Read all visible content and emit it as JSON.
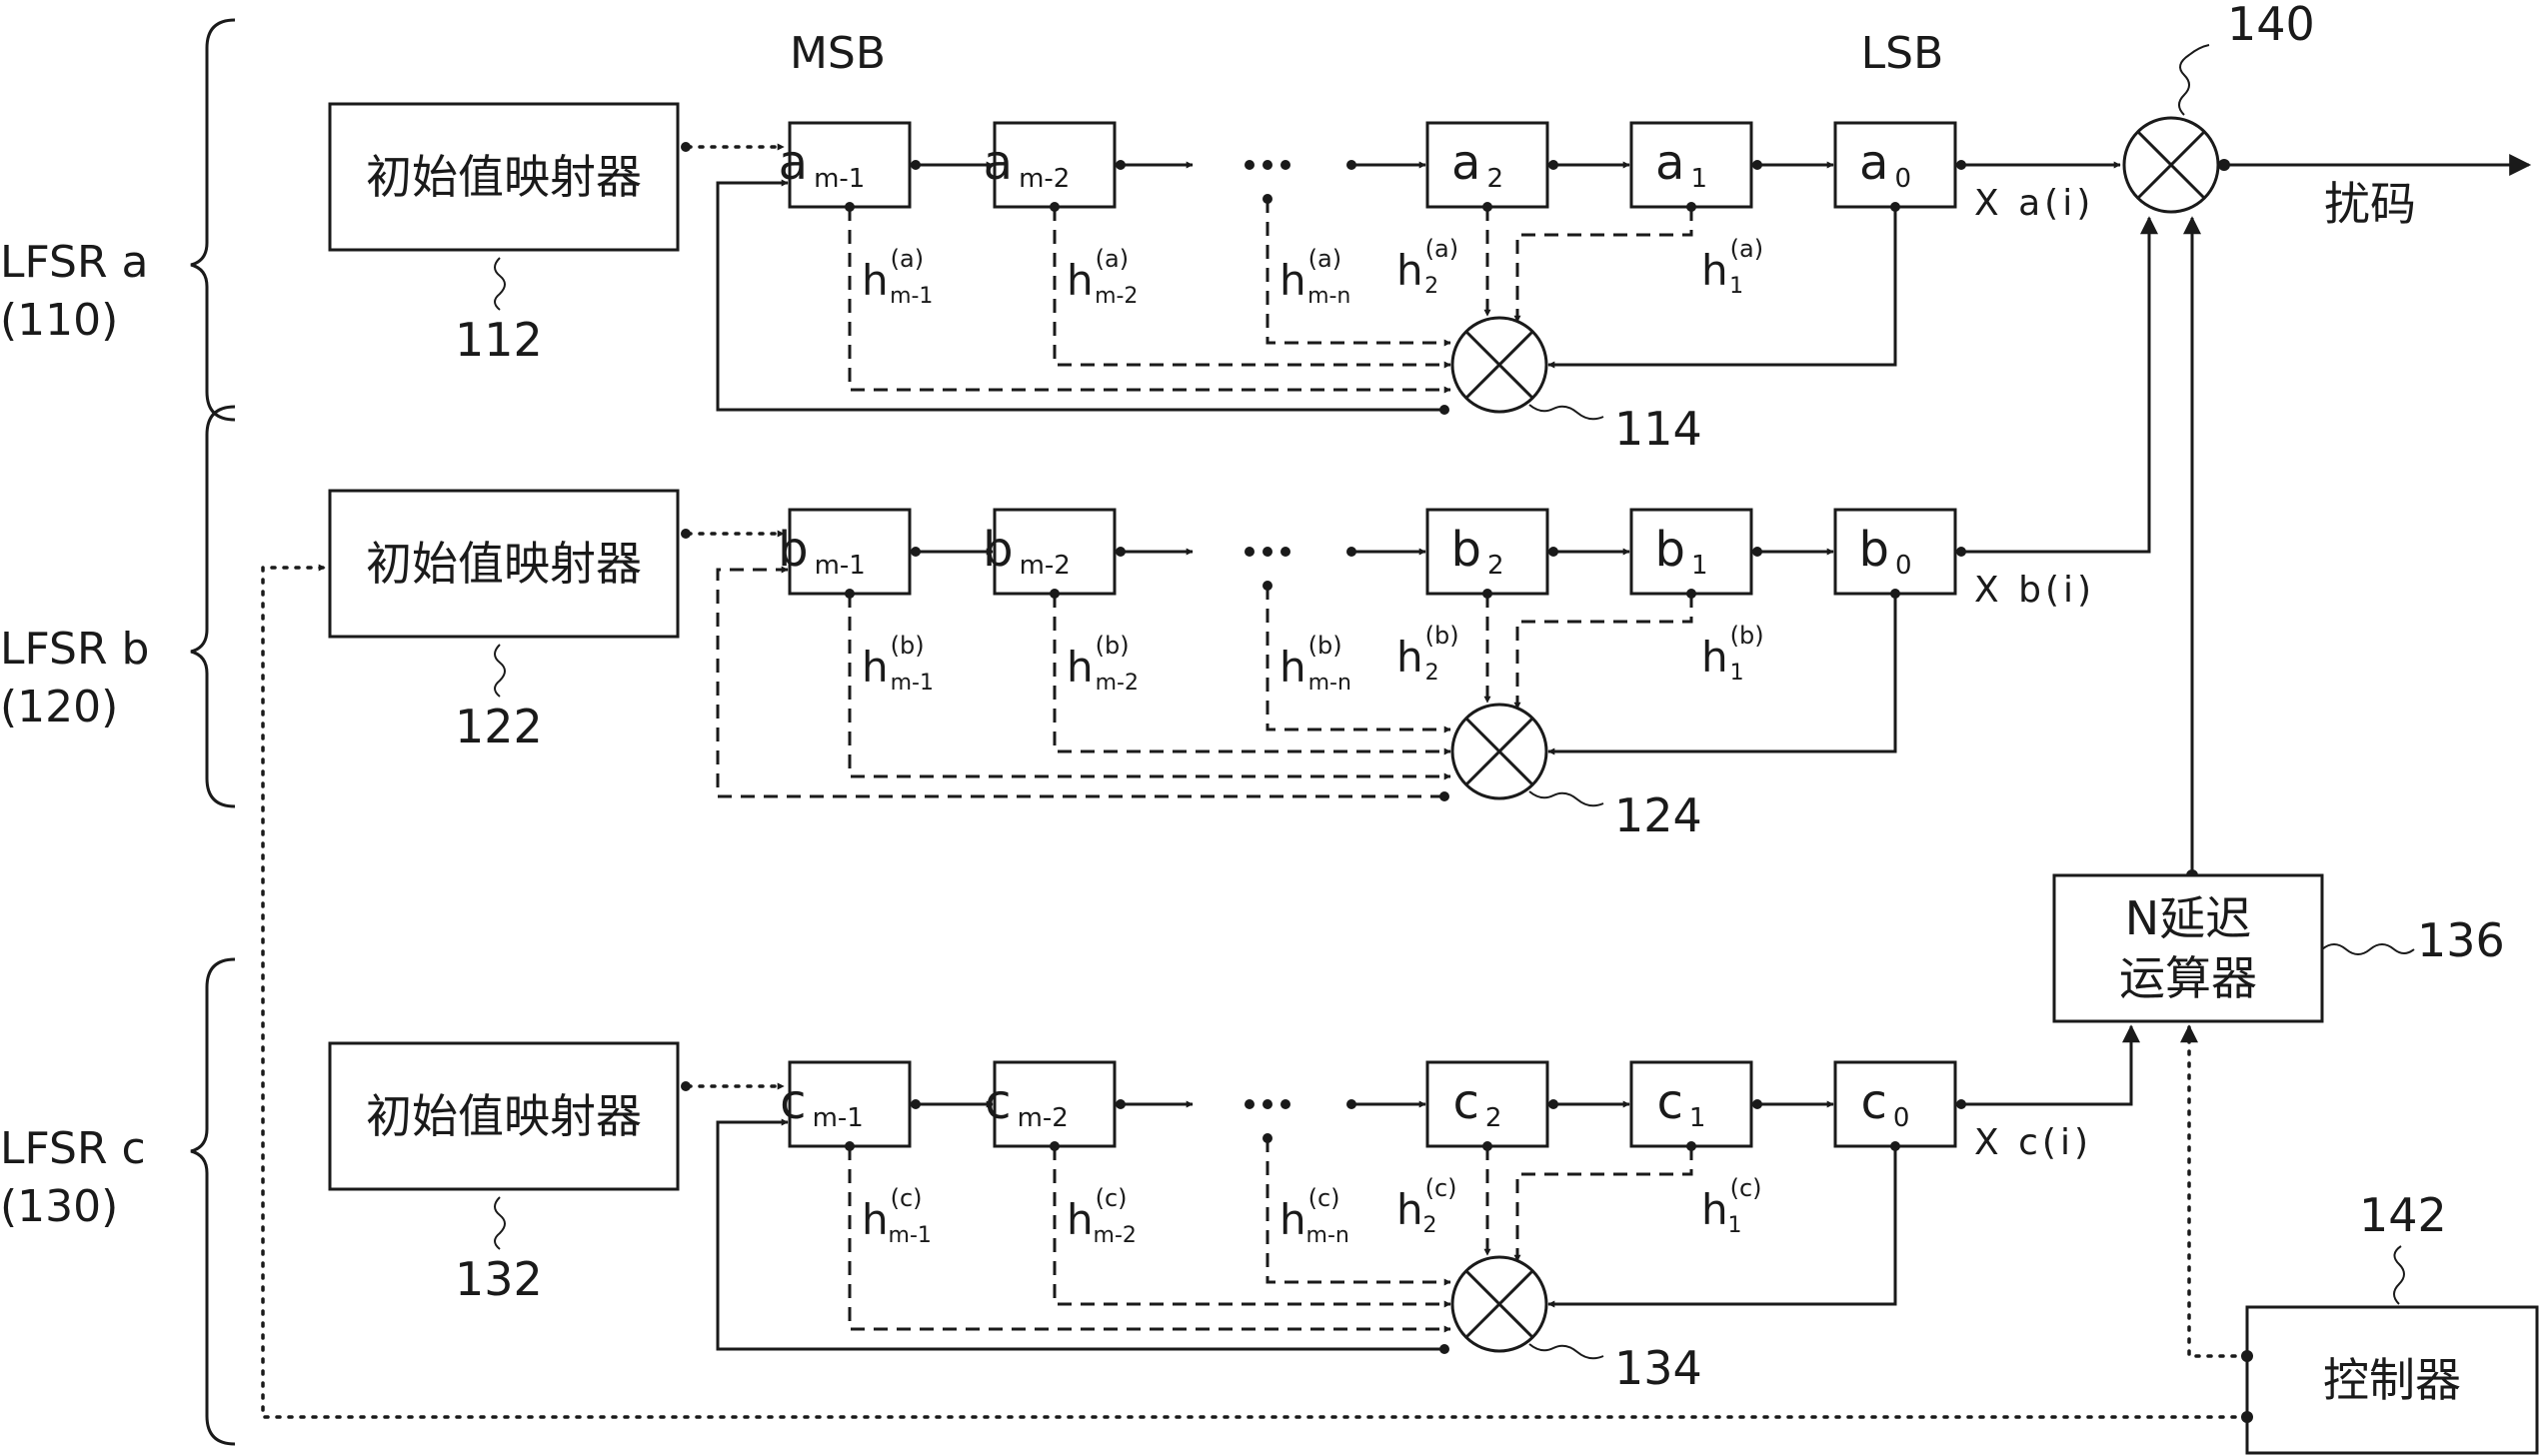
{
  "header": {
    "msb": "MSB",
    "lsb": "LSB"
  },
  "lfsr": [
    {
      "label": "LFSR a",
      "ref": "(110)",
      "mapper": "初始值映射器",
      "mapper_ref": "112",
      "xor_ref": "114",
      "cells": [
        {
          "base": "a",
          "sub": "m-1"
        },
        {
          "base": "a",
          "sub": "m-2"
        },
        {
          "base": "a",
          "sub": "2"
        },
        {
          "base": "a",
          "sub": "1"
        },
        {
          "base": "a",
          "sub": "0"
        }
      ],
      "taps": [
        {
          "sup": "(a)",
          "sub": "m-1"
        },
        {
          "sup": "(a)",
          "sub": "m-2"
        },
        {
          "sup": "(a)",
          "sub": "m-n"
        },
        {
          "sup": "(a)",
          "sub": "2"
        },
        {
          "sup": "(a)",
          "sub": "1"
        }
      ],
      "output": "X a(i)"
    },
    {
      "label": "LFSR b",
      "ref": "(120)",
      "mapper": "初始值映射器",
      "mapper_ref": "122",
      "xor_ref": "124",
      "cells": [
        {
          "base": "b",
          "sub": "m-1"
        },
        {
          "base": "b",
          "sub": "m-2"
        },
        {
          "base": "b",
          "sub": "2"
        },
        {
          "base": "b",
          "sub": "1"
        },
        {
          "base": "b",
          "sub": "0"
        }
      ],
      "taps": [
        {
          "sup": "(b)",
          "sub": "m-1"
        },
        {
          "sup": "(b)",
          "sub": "m-2"
        },
        {
          "sup": "(b)",
          "sub": "m-n"
        },
        {
          "sup": "(b)",
          "sub": "2"
        },
        {
          "sup": "(b)",
          "sub": "1"
        }
      ],
      "output": "X b(i)"
    },
    {
      "label": "LFSR c",
      "ref": "(130)",
      "mapper": "初始值映射器",
      "mapper_ref": "132",
      "xor_ref": "134",
      "cells": [
        {
          "base": "c",
          "sub": "m-1"
        },
        {
          "base": "c",
          "sub": "m-2"
        },
        {
          "base": "c",
          "sub": "2"
        },
        {
          "base": "c",
          "sub": "1"
        },
        {
          "base": "c",
          "sub": "0"
        }
      ],
      "taps": [
        {
          "sup": "(c)",
          "sub": "m-1"
        },
        {
          "sup": "(c)",
          "sub": "m-2"
        },
        {
          "sup": "(c)",
          "sub": "m-n"
        },
        {
          "sup": "(c)",
          "sub": "2"
        },
        {
          "sup": "(c)",
          "sub": "1"
        }
      ],
      "output": "X c(i)"
    }
  ],
  "main_xor_ref": "140",
  "output_label": "扰码",
  "delay_unit": {
    "line1": "N延迟",
    "line2": "运算器",
    "ref": "136"
  },
  "controller": {
    "label": "控制器",
    "ref": "142"
  }
}
